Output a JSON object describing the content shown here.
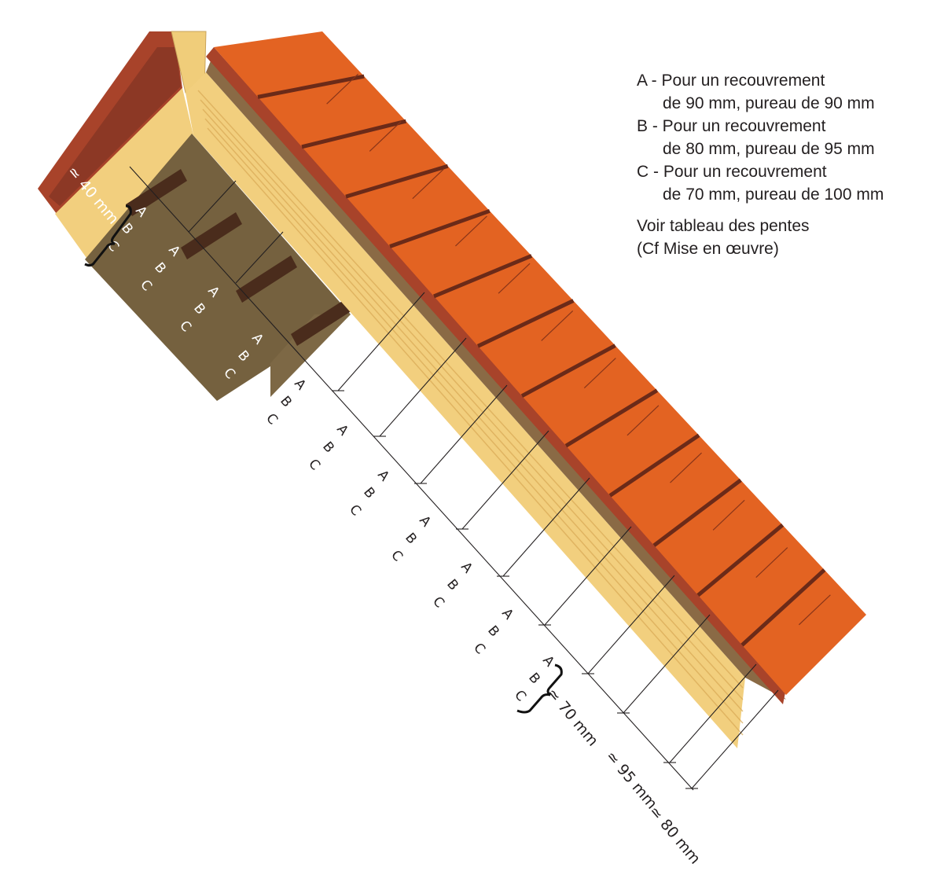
{
  "legend": {
    "a_title": "A - Pour un recouvrement",
    "a_detail": "de 90 mm, pureau de 90 mm",
    "b_title": "B - Pour un recouvrement",
    "b_detail": "de 80 mm, pureau de 95 mm",
    "c_title": "C - Pour un recouvrement",
    "c_detail": "de 70 mm, pureau de 100 mm",
    "note_line1": "Voir tableau des pentes",
    "note_line2": "(Cf Mise en œuvre)"
  },
  "letters": {
    "a": "A",
    "b": "B",
    "c": "C"
  },
  "dimensions": {
    "eave_batten": "≃ 40 mm",
    "first_batten": "≃ 70 mm",
    "second_batten": "≃ 95 mm",
    "last_batten": "≃ 80 mm"
  },
  "colors": {
    "tile": "#e36322",
    "tile_edge": "#a8432a",
    "rafter": "#f2cf7e",
    "gable": "#75613f",
    "line": "#231f20"
  }
}
